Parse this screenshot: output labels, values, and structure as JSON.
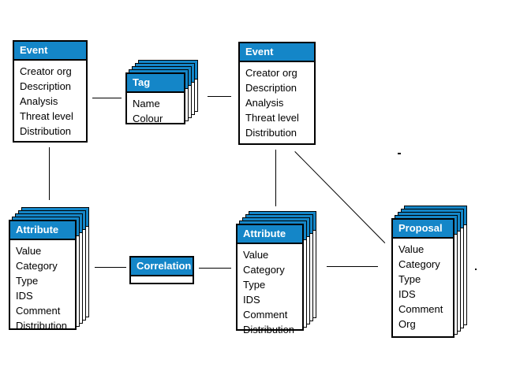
{
  "diagram": {
    "colors": {
      "header_blue": "#1486C8",
      "border_black": "#000000",
      "background_white": "#FFFFFF",
      "header_text_white": "#FFFFFF"
    },
    "nodes": [
      {
        "id": "event-left",
        "title": "Event",
        "stacked": false,
        "fields": [
          "Creator org",
          "Description",
          "Analysis",
          "Threat level",
          "Distribution"
        ]
      },
      {
        "id": "tag",
        "title": "Tag",
        "stacked": true,
        "fields": [
          "Name",
          "Colour"
        ]
      },
      {
        "id": "event-right",
        "title": "Event",
        "stacked": false,
        "fields": [
          "Creator org",
          "Description",
          "Analysis",
          "Threat level",
          "Distribution"
        ]
      },
      {
        "id": "attribute-left",
        "title": "Attribute",
        "stacked": true,
        "fields": [
          "Value",
          "Category",
          "Type",
          "IDS",
          "Comment",
          "Distribution"
        ]
      },
      {
        "id": "correlation",
        "title": "Correlation",
        "stacked": false,
        "fields": []
      },
      {
        "id": "attribute-middle",
        "title": "Attribute",
        "stacked": true,
        "fields": [
          "Value",
          "Category",
          "Type",
          "IDS",
          "Comment",
          "Distribution"
        ]
      },
      {
        "id": "proposal",
        "title": "Proposal",
        "stacked": true,
        "fields": [
          "Value",
          "Category",
          "Type",
          "IDS",
          "Comment",
          "Org"
        ]
      }
    ],
    "edges": [
      {
        "from": "event-left",
        "to": "tag"
      },
      {
        "from": "tag",
        "to": "event-right"
      },
      {
        "from": "event-left",
        "to": "attribute-left"
      },
      {
        "from": "event-right",
        "to": "attribute-middle"
      },
      {
        "from": "attribute-left",
        "to": "correlation"
      },
      {
        "from": "correlation",
        "to": "attribute-middle"
      },
      {
        "from": "attribute-middle",
        "to": "proposal"
      },
      {
        "from": "event-right",
        "to": "proposal"
      }
    ]
  }
}
